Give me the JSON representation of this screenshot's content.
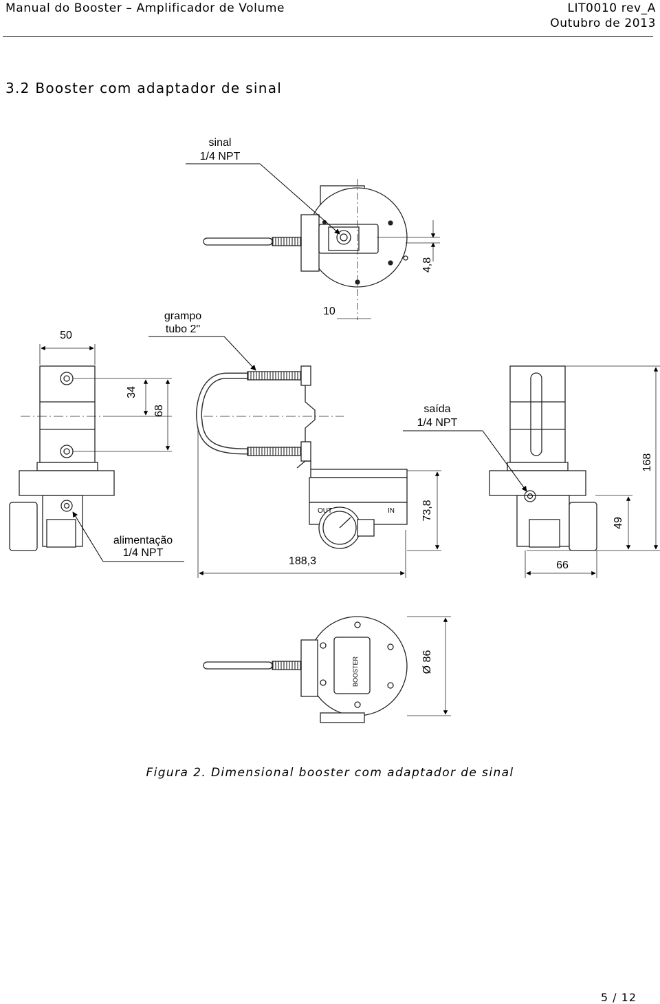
{
  "header": {
    "left": "Manual do Booster – Amplificador de Volume",
    "doc_code": "LIT0010 rev_A",
    "date": "Outubro de 2013"
  },
  "section_title": "3.2 Booster com adaptador de sinal",
  "drawing": {
    "label_sinal": "sinal",
    "label_sinal_npt": "1/4 NPT",
    "dim_4_8": "4,8",
    "dim_10": "10",
    "label_grampo": "grampo",
    "label_tubo": "tubo 2\"",
    "dim_50": "50",
    "dim_34": "34",
    "dim_68": "68",
    "label_saida": "saída",
    "label_saida_npt": "1/4 NPT",
    "dim_168": "168",
    "dim_73_8": "73,8",
    "dim_49": "49",
    "label_alimentacao": "alimentação",
    "label_alimentacao_npt": "1/4 NPT",
    "dim_188_3": "188,3",
    "dim_66": "66",
    "dim_86": "Ø 86",
    "port_out": "OUT",
    "port_in": "IN",
    "nameplate_title": "BOOSTER"
  },
  "caption": "Figura 2. Dimensional booster com adaptador de sinal",
  "page_number": "5 / 12"
}
